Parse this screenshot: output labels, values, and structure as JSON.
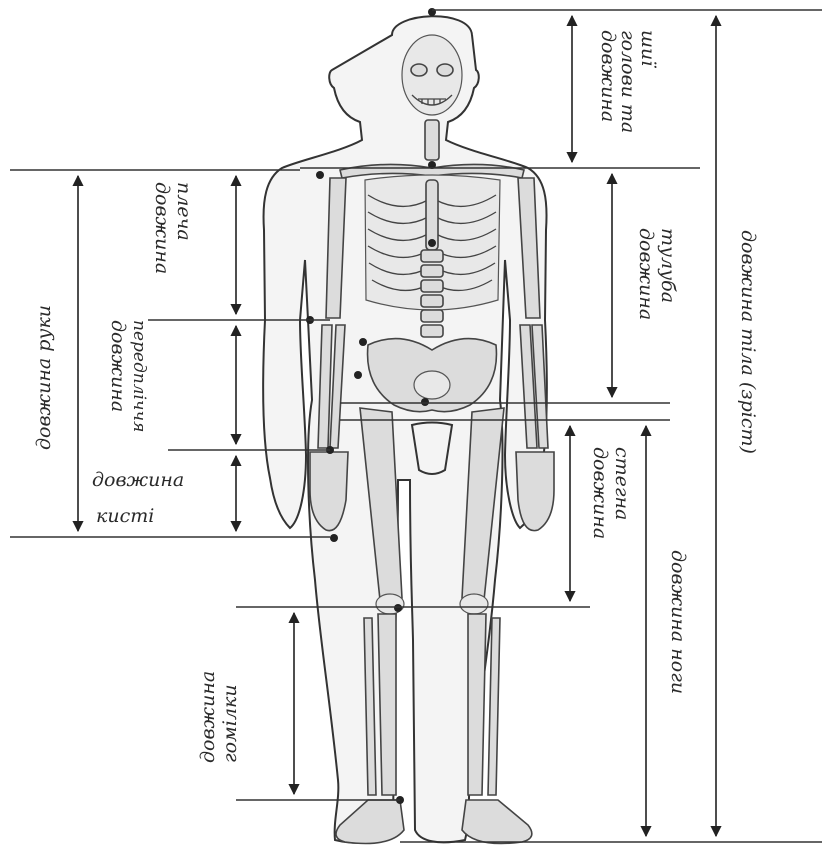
{
  "labels": {
    "head_neck": [
      "довжина",
      "голови та",
      "шиї"
    ],
    "body_height": "довжина тіла (зріст)",
    "arm": "довжина руки",
    "shoulder": [
      "довжина",
      "плеча"
    ],
    "torso": [
      "довжина",
      "тулуба"
    ],
    "forearm": [
      "довжина",
      "передпліччя"
    ],
    "hand": [
      "довжина",
      "кисті"
    ],
    "thigh": [
      "довжина",
      "стегна"
    ],
    "leg": "довжина ноги",
    "shin": [
      "довжина",
      "гомілки"
    ]
  }
}
